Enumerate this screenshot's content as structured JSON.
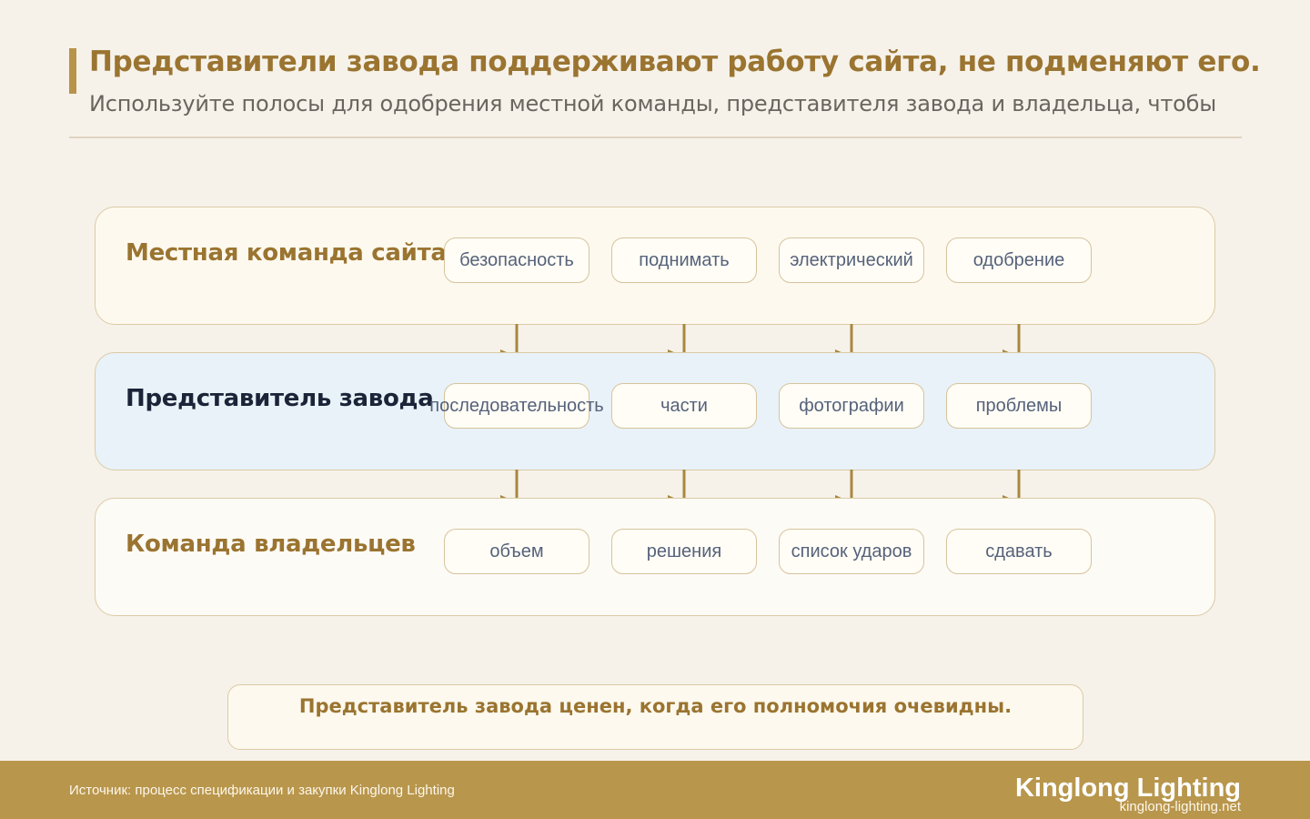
{
  "header": {
    "title": "Представители завода поддерживают работу сайта, не подменяют его.",
    "subtitle": "Используйте полосы для одобрения местной команды, представителя завода и владельца, чтобы"
  },
  "lanes": [
    {
      "label": "Местная команда сайта",
      "label_color": "#9a7430",
      "background": "#fdf9ee",
      "steps": [
        "безопасность",
        "поднимать",
        "электрический",
        "одобрение"
      ]
    },
    {
      "label": "Представитель завода",
      "label_color": "#1b2438",
      "background": "#e9f2f8",
      "steps": [
        "последовательность",
        "части",
        "фотографии",
        "проблемы"
      ]
    },
    {
      "label": "Команда владельцев",
      "label_color": "#9a7430",
      "background": "#fdfbf6",
      "steps": [
        "объем",
        "решения",
        "список ударов",
        "сдавать"
      ]
    }
  ],
  "callout": {
    "text": "Представитель завода ценен, когда его полномочия очевидны."
  },
  "footer": {
    "source": "Источник: процесс спецификации и закупки Kinglong Lighting",
    "brand": "Kinglong Lighting",
    "url": "kinglong-lighting.net"
  },
  "colors": {
    "accent": "#b8944a",
    "arrow": "#a8883e",
    "footer_bg": "#b8964c"
  }
}
